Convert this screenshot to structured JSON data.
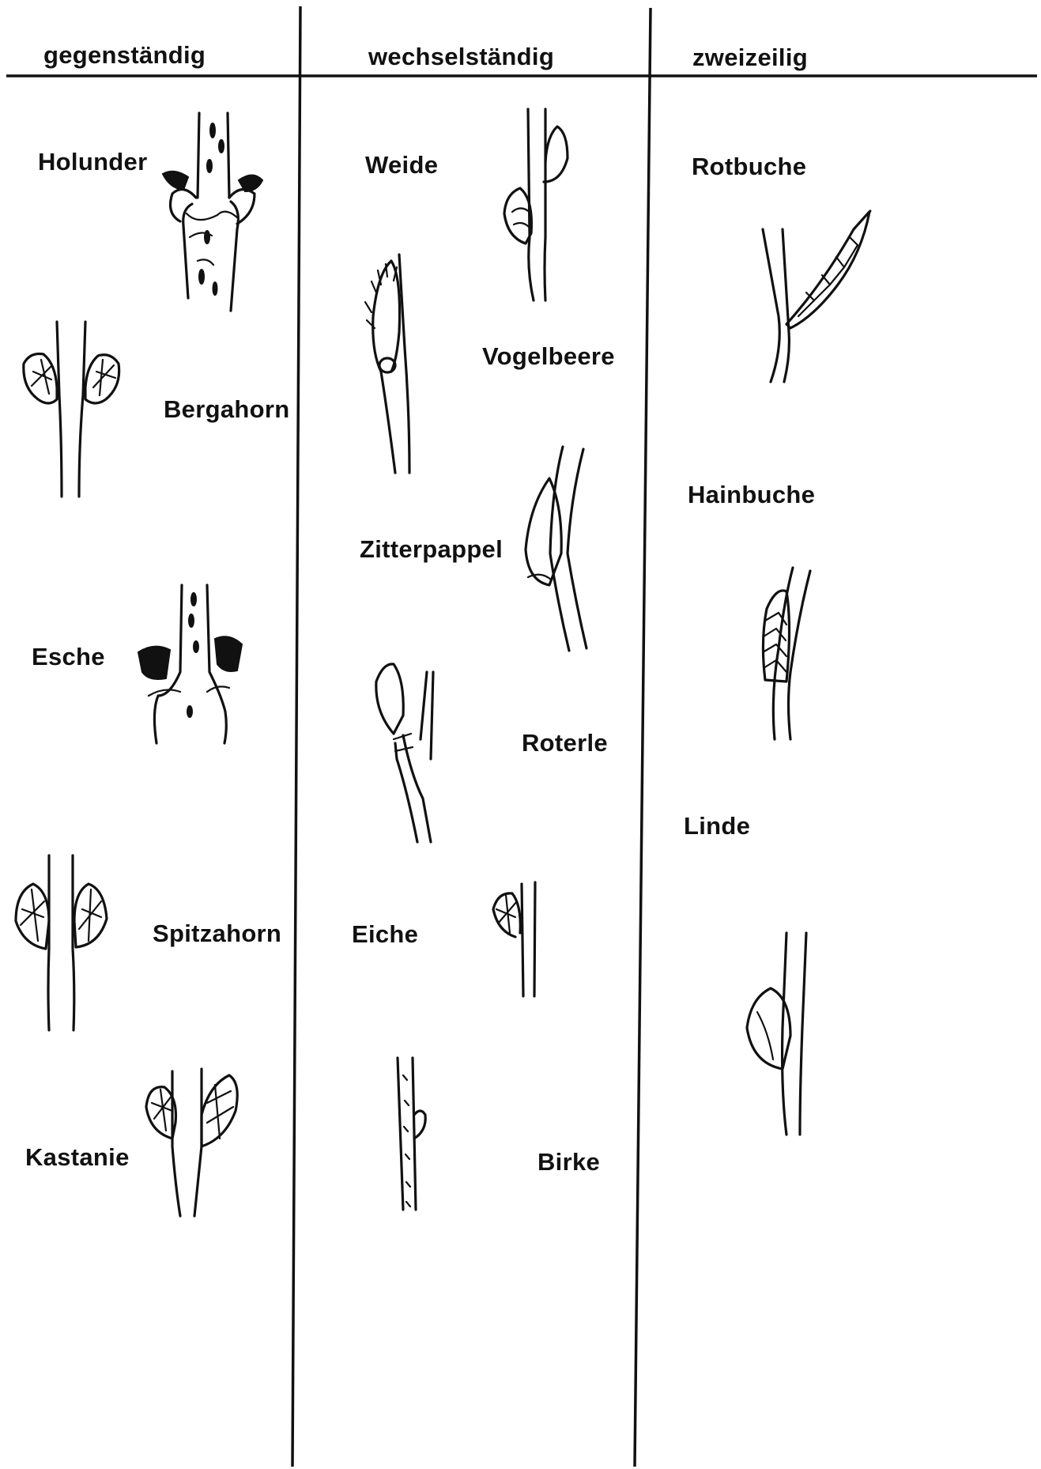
{
  "columns": [
    {
      "heading": "gegenständig",
      "species": [
        "Holunder",
        "Bergahorn",
        "Esche",
        "Spitzahorn",
        "Kastanie"
      ]
    },
    {
      "heading": "wechselständig",
      "species": [
        "Weide",
        "Vogelbeere",
        "Zitterpappel",
        "Roterle",
        "Eiche",
        "Birke"
      ]
    },
    {
      "heading": "zweizeilig",
      "species": [
        "Rotbuche",
        "Hainbuche",
        "Linde"
      ]
    }
  ]
}
